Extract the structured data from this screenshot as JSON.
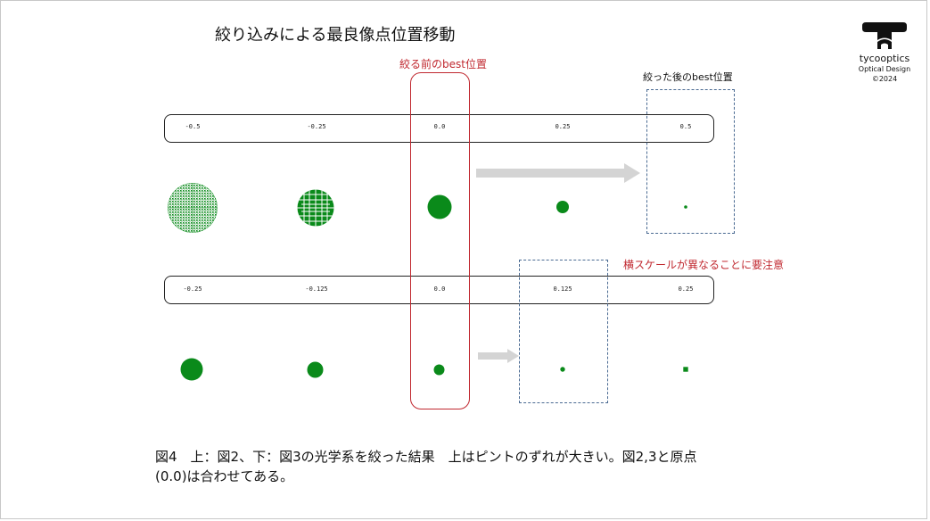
{
  "title": "絞り込みによる最良像点位置移動",
  "logo": {
    "name": "tycooptics",
    "line1": "Optical Design",
    "line2": "©2024"
  },
  "labels": {
    "before_best": "絞る前のbest位置",
    "after_best": "絞った後のbest位置",
    "scale_note": "横スケールが異なることに要注意"
  },
  "top_axis": {
    "ticks": [
      "-0.5",
      "-0.25",
      "0.0",
      "0.25",
      "0.5"
    ]
  },
  "bottom_axis": {
    "ticks": [
      "-0.25",
      "-0.125",
      "0.0",
      "0.125",
      "0.25"
    ]
  },
  "caption": {
    "line1": "図4　上：図2、下：図3の光学系を絞った結果　上はピントのずれが大きい。図2,3と原点",
    "line2": "(0.0)は合わせてある。"
  },
  "colors": {
    "spot": "#0a8a1a",
    "red": "#c0282f",
    "dashed": "#4a6a92",
    "arrow": "#d4d4d4"
  },
  "spots_top": [
    {
      "kind": "diffuse",
      "size_rel": 1.0
    },
    {
      "kind": "pattern",
      "size_rel": 0.73
    },
    {
      "kind": "solid",
      "size_rel": 0.47
    },
    {
      "kind": "solid",
      "size_rel": 0.25
    },
    {
      "kind": "dot",
      "size_rel": 0.06
    }
  ],
  "spots_bottom": [
    {
      "kind": "solid",
      "size_rel": 1.0
    },
    {
      "kind": "solid",
      "size_rel": 0.73
    },
    {
      "kind": "solid",
      "size_rel": 0.47
    },
    {
      "kind": "dot",
      "size_rel": 0.2
    },
    {
      "kind": "dot",
      "size_rel": 0.2
    }
  ]
}
